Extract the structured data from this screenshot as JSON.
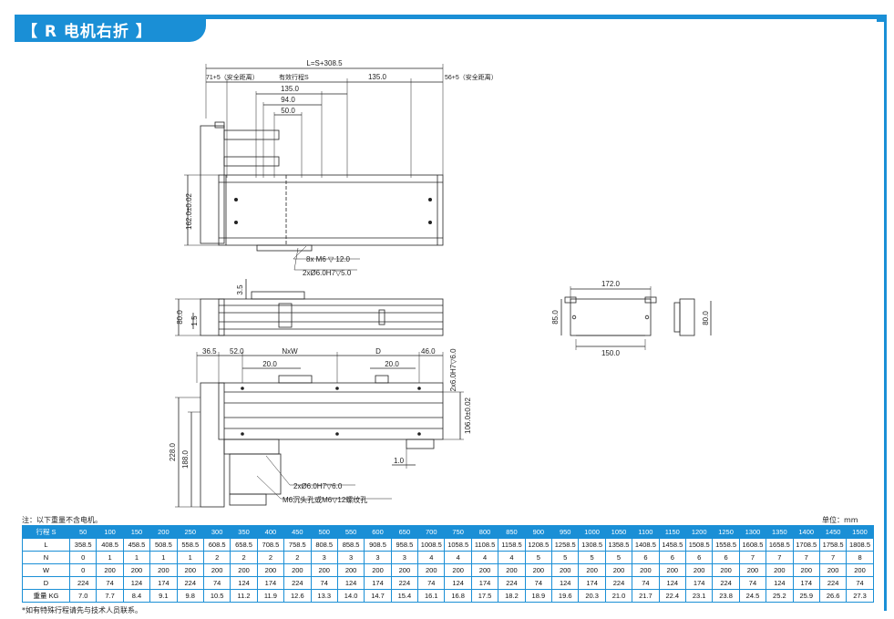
{
  "section_title": "【 R 电机右折 】",
  "dims": {
    "total_length": "L=S+308.5",
    "left_safety": "71+5（安全距离）",
    "effective_stroke": "有效行程S",
    "right_safety": "56+5（安全距离）",
    "d135a": "135.0",
    "d135b": "135.0",
    "d94": "94.0",
    "d50": "50.0",
    "height162": "162.0±0.02",
    "screw_note": "8x  M6 ▽ 12.0",
    "pin_note_top": "2xØ6.0H7▽5.0",
    "d3_5": "3.5",
    "d80": "80.0",
    "d1_5": "1.5",
    "d172": "172.0",
    "d85": "85.0",
    "d150": "150.0",
    "d80_end": "80.0",
    "d36_5": "36.5",
    "d52": "52.0",
    "nxw": "NxW",
    "dim_d": "D",
    "d46": "46.0",
    "d20a": "20.0",
    "d20b": "20.0",
    "pin_side": "2x6.0H7▽6.0",
    "d106": "106.0±0.02",
    "d228": "228.0",
    "d188": "188.0",
    "d1_0": "1.0",
    "pin_note_bottom": "2xØ6.0H7▽6.0",
    "hole_note": "M6沉头孔或M6▽12螺纹孔"
  },
  "note_top": "注：以下重量不含电机。",
  "unit": "单位：mm",
  "note_bottom": "*如有特殊行程请先与技术人员联系。",
  "table": {
    "rows": [
      {
        "label": "行程 S",
        "values": [
          "50",
          "100",
          "150",
          "200",
          "250",
          "300",
          "350",
          "400",
          "450",
          "500",
          "550",
          "600",
          "650",
          "700",
          "750",
          "800",
          "850",
          "900",
          "950",
          "1000",
          "1050",
          "1100",
          "1150",
          "1200",
          "1250",
          "1300",
          "1350",
          "1400",
          "1450",
          "1500"
        ]
      },
      {
        "label": "L",
        "values": [
          "358.5",
          "408.5",
          "458.5",
          "508.5",
          "558.5",
          "608.5",
          "658.5",
          "708.5",
          "758.5",
          "808.5",
          "858.5",
          "908.5",
          "958.5",
          "1008.5",
          "1058.5",
          "1108.5",
          "1158.5",
          "1208.5",
          "1258.5",
          "1308.5",
          "1358.5",
          "1408.5",
          "1458.5",
          "1508.5",
          "1558.5",
          "1608.5",
          "1658.5",
          "1708.5",
          "1758.5",
          "1808.5"
        ]
      },
      {
        "label": "N",
        "values": [
          "0",
          "1",
          "1",
          "1",
          "1",
          "2",
          "2",
          "2",
          "2",
          "3",
          "3",
          "3",
          "3",
          "4",
          "4",
          "4",
          "4",
          "5",
          "5",
          "5",
          "5",
          "6",
          "6",
          "6",
          "6",
          "7",
          "7",
          "7",
          "7",
          "8"
        ]
      },
      {
        "label": "W",
        "values": [
          "0",
          "200",
          "200",
          "200",
          "200",
          "200",
          "200",
          "200",
          "200",
          "200",
          "200",
          "200",
          "200",
          "200",
          "200",
          "200",
          "200",
          "200",
          "200",
          "200",
          "200",
          "200",
          "200",
          "200",
          "200",
          "200",
          "200",
          "200",
          "200",
          "200"
        ]
      },
      {
        "label": "D",
        "values": [
          "224",
          "74",
          "124",
          "174",
          "224",
          "74",
          "124",
          "174",
          "224",
          "74",
          "124",
          "174",
          "224",
          "74",
          "124",
          "174",
          "224",
          "74",
          "124",
          "174",
          "224",
          "74",
          "124",
          "174",
          "224",
          "74",
          "124",
          "174",
          "224",
          "74"
        ]
      },
      {
        "label": "重量 KG",
        "values": [
          "7.0",
          "7.7",
          "8.4",
          "9.1",
          "9.8",
          "10.5",
          "11.2",
          "11.9",
          "12.6",
          "13.3",
          "14.0",
          "14.7",
          "15.4",
          "16.1",
          "16.8",
          "17.5",
          "18.2",
          "18.9",
          "19.6",
          "20.3",
          "21.0",
          "21.7",
          "22.4",
          "23.1",
          "23.8",
          "24.5",
          "25.2",
          "25.9",
          "26.6",
          "27.3"
        ]
      }
    ]
  }
}
